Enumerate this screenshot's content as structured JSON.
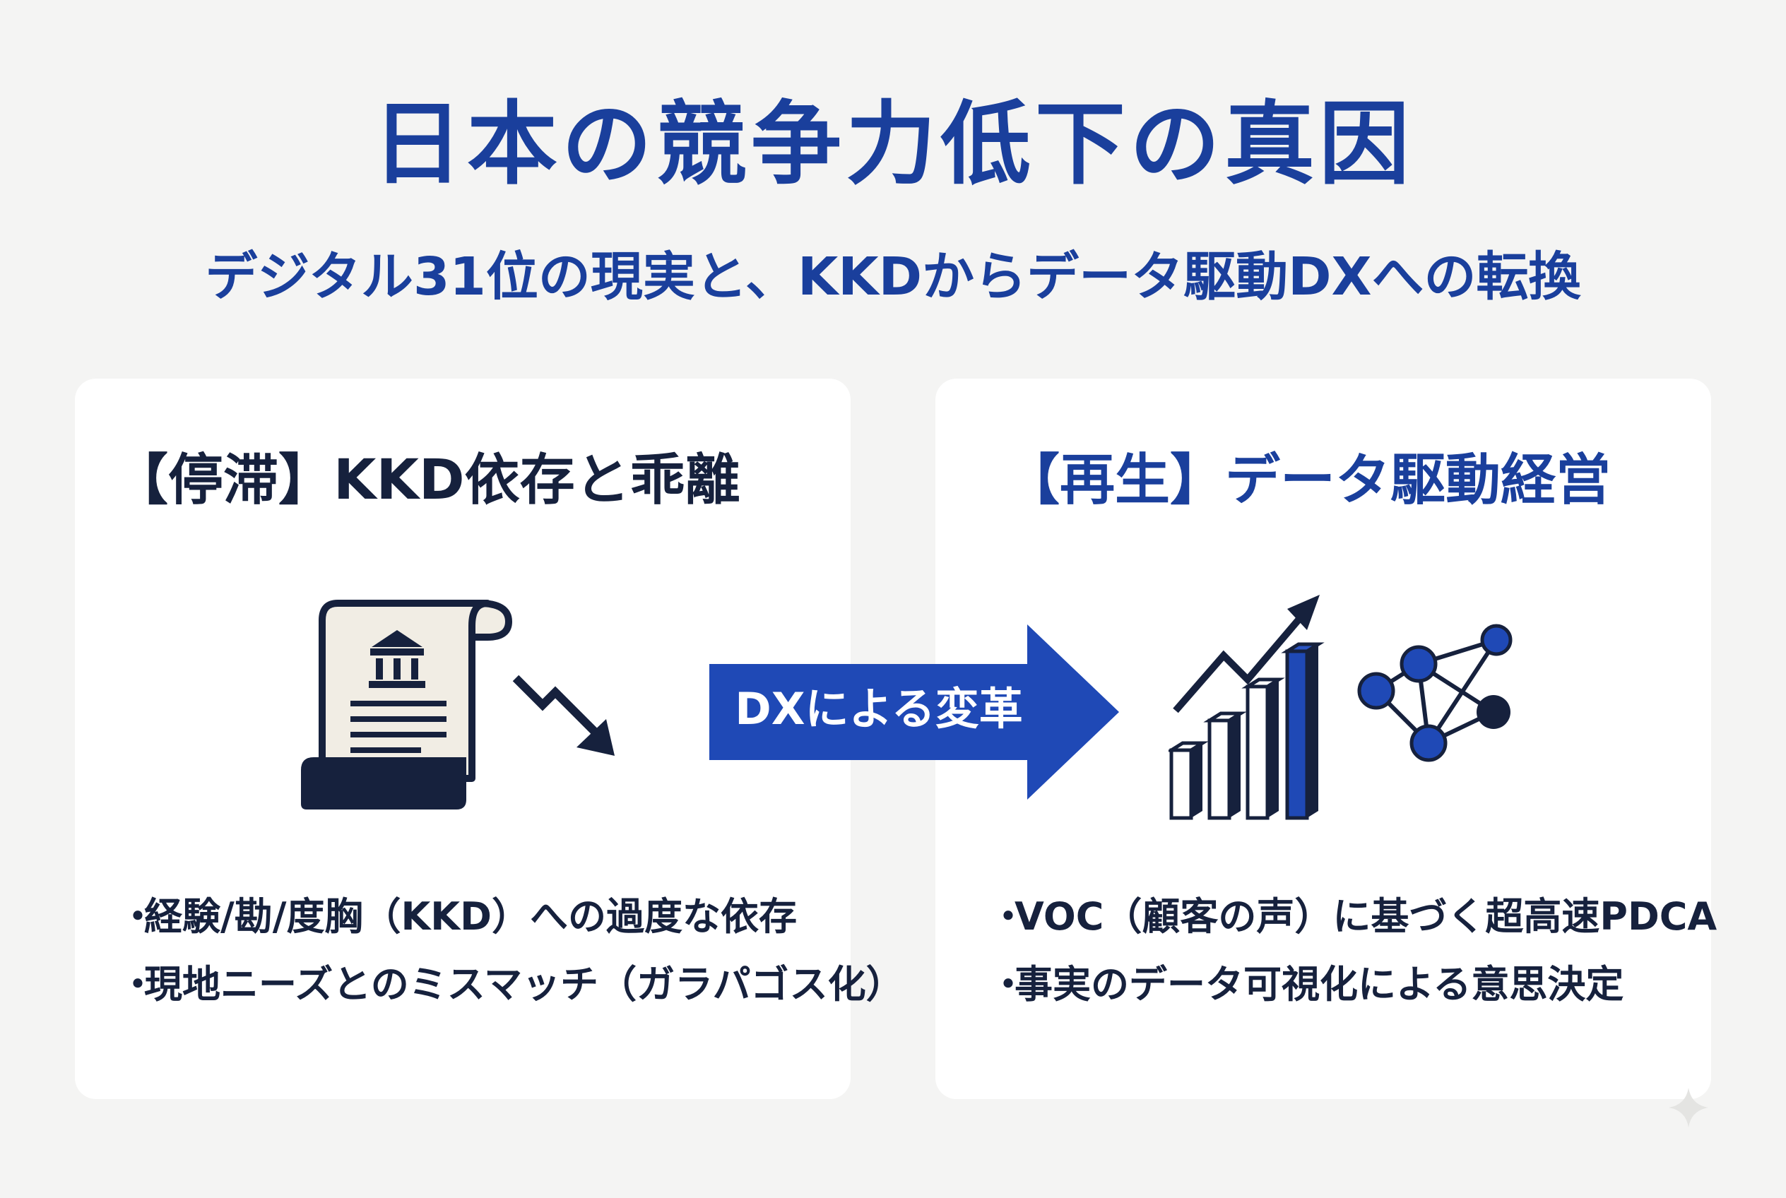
{
  "title": "日本の競争力低下の真因",
  "subtitle": "デジタル31位の現実と、KKDからデータ駆動DXへの転換",
  "left_panel": {
    "title": "【停滞】KKD依存と乖離",
    "bullets": [
      "経験/勘/度胸（KKD）への過度な依存",
      "現地ニーズとのミスマッチ（ガラパゴス化）"
    ],
    "icons": [
      "document-with-building-icon",
      "trend-down-arrow-icon"
    ]
  },
  "center_arrow": {
    "label": "DXによる変革",
    "color": "#1f49b6"
  },
  "right_panel": {
    "title": "【再生】データ駆動経営",
    "bullets": [
      "VOC（顧客の声）に基づく超高速PDCA",
      "事実のデータ可視化による意思決定"
    ],
    "icons": [
      "growth-bar-chart-icon",
      "network-graph-icon"
    ]
  },
  "colors": {
    "accent_blue": "#1a3f9c",
    "dark_navy": "#16213d",
    "background": "#f4f4f3",
    "panel": "#ffffff"
  }
}
